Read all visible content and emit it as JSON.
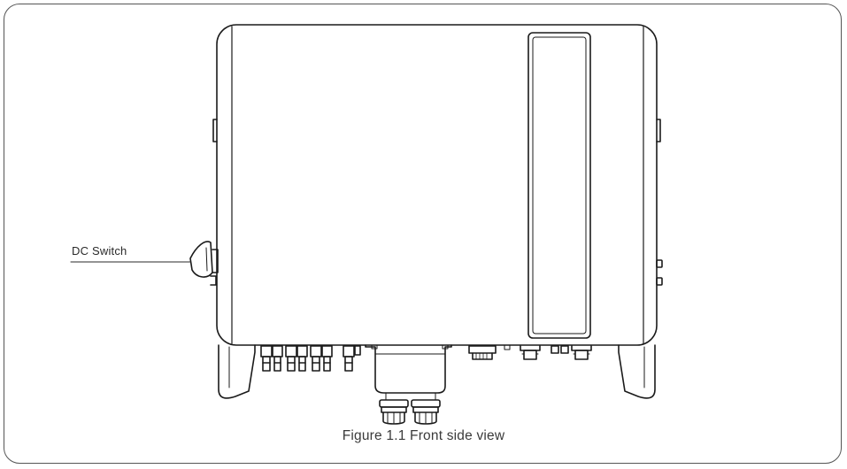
{
  "figure": {
    "caption": "Figure 1.1 Front side view",
    "callouts": [
      {
        "key": "dc_switch",
        "label": "DC Switch"
      }
    ]
  },
  "colors": {
    "line": "#1a1a1a",
    "frame": "#555555",
    "text": "#2a2a2a"
  }
}
